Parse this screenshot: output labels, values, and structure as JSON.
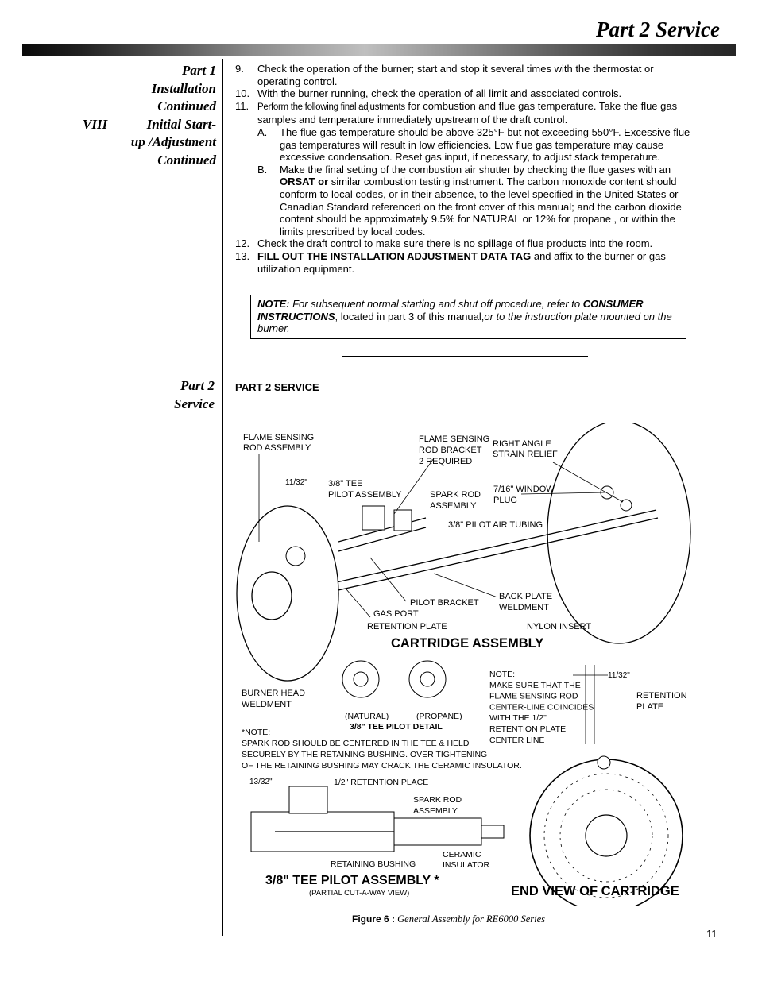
{
  "header": {
    "title": "Part 2 Service"
  },
  "sidebar": {
    "section1": [
      "Part 1",
      "Installation",
      "Continued"
    ],
    "section1_roman": "VIII",
    "section1_sub": [
      "Initial Start-",
      "up /Adjustment",
      "Continued"
    ],
    "section2": [
      "Part 2",
      "Service"
    ]
  },
  "steps": {
    "s9": {
      "num": "9.",
      "text": "Check the operation of the burner; start and stop it several times with the thermostat or operating control."
    },
    "s10": {
      "num": "10.",
      "text": "With the burner running, check the operation of all limit and associated controls."
    },
    "s11": {
      "num": "11.",
      "small": "Perform the following final adjustments",
      "text": " for combustion and flue gas temperature. Take the flue gas samples and temperature immediately upstream of the  draft control."
    },
    "s11a": {
      "num": "A.",
      "text": "The flue gas temperature should be above 325°F but not exceeding 550°F. Excessive flue gas temperatures will result in low efficiencies. Low flue gas temperature may cause excessive condensation.  Reset gas input, if necessary, to adjust stack temperature."
    },
    "s11b": {
      "num": "B.",
      "pre": "Make the final setting of the combustion air shutter by checking the flue gases with an ",
      "bold": "ORSAT or",
      "post": " similar combustion testing instrument. The   carbon monoxide content   should conform to local  codes, or in their absence, to the level specified in the United States or Canadian Standard referenced on the front cover of this manual; and the carbon dioxide content should be approximately 9.5% for NATURAL or 12% for propane , or within the limits prescribed by local codes."
    },
    "s12": {
      "num": "12.",
      "text": "Check the draft control to make sure there is no spillage of flue products into the room."
    },
    "s13": {
      "num": "13.",
      "bold": "FILL OUT THE INSTALLATION ADJUSTMENT DATA TAG",
      "text": " and affix to the burner or gas utilization equipment."
    }
  },
  "note": {
    "label": "NOTE:",
    "t1": " For subsequent normal starting and shut off procedure, refer to ",
    "b1": "CONSUMER INSTRUCTIONS",
    "t2": ", located in part 3 of this manual,",
    "t3": "or to the instruction plate mounted on the burner."
  },
  "part2": {
    "heading": "PART 2 SERVICE"
  },
  "figure": {
    "labels": {
      "flame_rod_assembly": [
        "FLAME SENSING",
        "ROD ASSEMBLY"
      ],
      "flame_rod_bracket": [
        "FLAME SENSING",
        "ROD BRACKET",
        "2 REQUIRED"
      ],
      "strain_relief": [
        "RIGHT ANGLE",
        "STRAIN RELIEF"
      ],
      "dim_11_32": "11/32\"",
      "tee_pilot": [
        "3/8\" TEE",
        "PILOT ASSEMBLY"
      ],
      "spark_rod": [
        "SPARK ROD",
        "ASSEMBLY"
      ],
      "window_plug": [
        "7/16\" WINDOW",
        "PLUG"
      ],
      "air_tubing": "3/8\" PILOT AIR TUBING",
      "pilot_bracket": "PILOT BRACKET",
      "gas_port": "GAS PORT",
      "retention_plate": "RETENTION PLATE",
      "back_plate": [
        "BACK PLATE",
        "WELDMENT"
      ],
      "nylon_insert": "NYLON INSERT",
      "cartridge_title": "CARTRIDGE ASSEMBLY",
      "burner_head": [
        "BURNER HEAD",
        "WELDMENT"
      ],
      "natural": "(NATURAL)",
      "propane": "(PROPANE)",
      "tee_detail": "3/8\" TEE PILOT DETAIL",
      "note_right": [
        "NOTE:",
        "MAKE SURE THAT THE",
        "FLAME SENSING ROD",
        "CENTER-LINE COINCIDES",
        "WITH THE 1/2\"",
        "RETENTION PLATE",
        "CENTER LINE"
      ],
      "dim_11_32_b": "11/32\"",
      "retention_plate_r": [
        "RETENTION",
        "PLATE"
      ],
      "star_note": [
        "*NOTE:",
        "SPARK ROD SHOULD BE CENTERED IN THE TEE & HELD",
        "SECURELY BY THE RETAINING BUSHING. OVER TIGHTENING",
        "OF THE RETAINING BUSHING MAY CRACK THE CERAMIC INSULATOR."
      ],
      "dim_13_32": "13/32\"",
      "retention_place": "1/2\" RETENTION PLACE",
      "spark_rod_b": [
        "SPARK ROD",
        "ASSEMBLY"
      ],
      "retaining_bushing": "RETAINING BUSHING",
      "ceramic": [
        "CERAMIC",
        "INSULATOR"
      ],
      "tee_title": "3/8\" TEE PILOT ASSEMBLY *",
      "tee_sub": "(PARTIAL CUT-A-WAY VIEW)",
      "end_view": "END VIEW OF CARTRIDGE"
    },
    "caption_label": "Figure 6  :",
    "caption_text": " General Assembly for RE6000 Series"
  },
  "page_number": "11"
}
